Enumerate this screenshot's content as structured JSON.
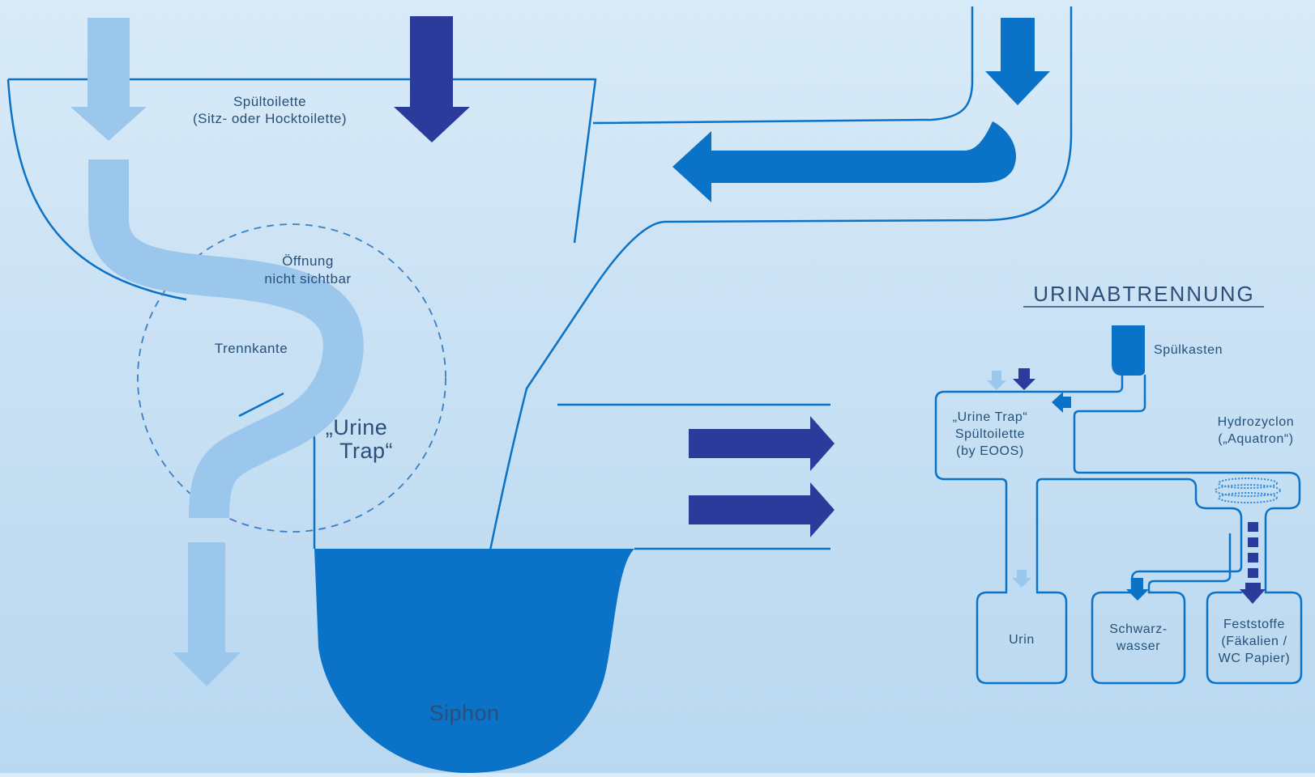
{
  "colors": {
    "light_blue": "#9cc7ec",
    "dark_blue": "#2a3b9c",
    "mid_blue": "#0a72c7",
    "outline": "#0a72c7",
    "text": "#24507a"
  },
  "main": {
    "toilet_label_line1": "Spültoilette",
    "toilet_label_line2": "(Sitz- oder Hocktoilette)",
    "opening_label_line1": "Öffnung",
    "opening_label_line2": "nicht sichtbar",
    "edge_label": "Trennkante",
    "urine_trap_line1": "„Urine",
    "urine_trap_line2": "Trap“",
    "siphon_label": "Siphon"
  },
  "urinabtrennung": {
    "title": "URINABTRENNUNG",
    "cistern_label": "Spülkasten",
    "toilet_label_line1": "„Urine Trap“",
    "toilet_label_line2": "Spültoilette",
    "toilet_label_line3": "(by EOOS)",
    "hydro_label_line1": "Hydrozyclon",
    "hydro_label_line2": "(„Aquatron“)",
    "urine_tank": "Urin",
    "blackwater_line1": "Schwarz-",
    "blackwater_line2": "wasser",
    "solids_line1": "Feststoffe",
    "solids_line2": "(Fäkalien /",
    "solids_line3": "WC Papier)"
  }
}
